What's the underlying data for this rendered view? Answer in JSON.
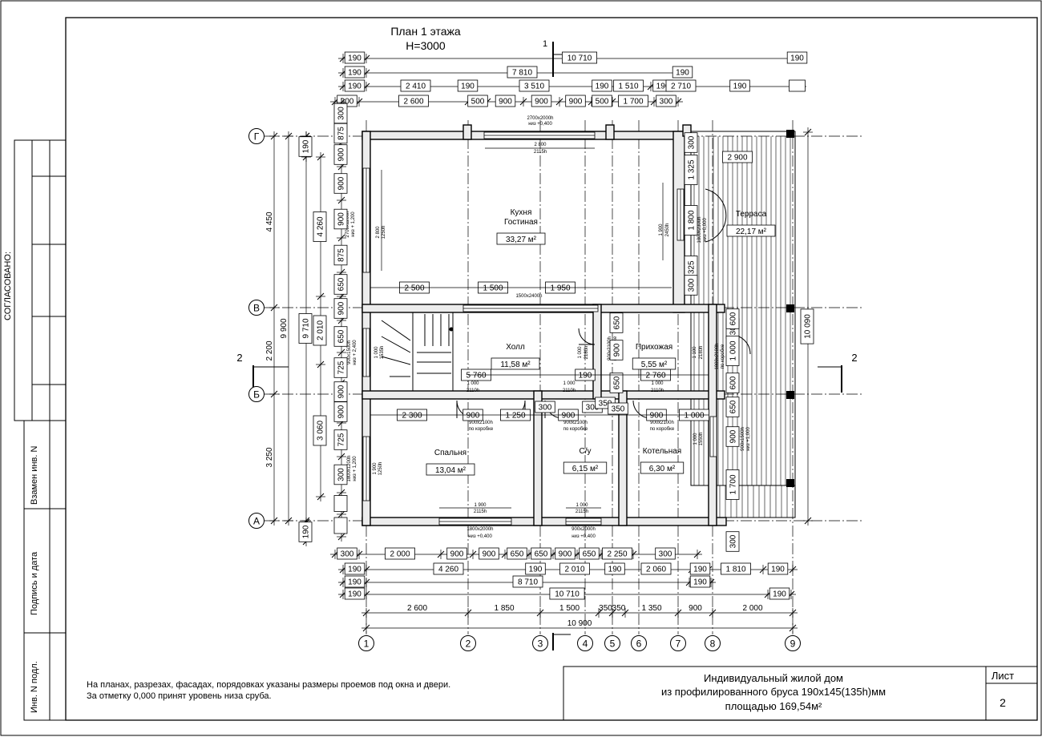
{
  "plan_title": [
    "План 1 этажа",
    "Н=3000"
  ],
  "section_mark": "1",
  "section_cut": "2",
  "side_label": "СОГЛАСОВАНО:",
  "stamp_labels": [
    "Взамен инв. N",
    "Подпись и дата",
    "Инв. N подл."
  ],
  "notes": [
    "На планах, разрезах, фасадах, порядовках указаны размеры проемов под окна и двери.",
    "За отметку 0,000 принят уровень низа сруба."
  ],
  "title_block": {
    "title": [
      "Индивидуальный жилой дом",
      "из  профилированного бруса 190х145(135h)мм",
      "площадью 169,54м²"
    ],
    "sheet_label": "Лист",
    "sheet_number": "2"
  },
  "axes_h": [
    "1",
    "2",
    "3",
    "4",
    "5",
    "6",
    "7",
    "8",
    "9"
  ],
  "axes_v": [
    "Г",
    "В",
    "Б",
    "А"
  ],
  "rooms": [
    {
      "name": [
        "Кухня",
        "Гостиная"
      ],
      "area": "33,27 м²"
    },
    {
      "name": [
        "Холл"
      ],
      "area": "11,58 м²"
    },
    {
      "name": [
        "Прихожая"
      ],
      "area": "5,55 м²"
    },
    {
      "name": [
        "Спальня"
      ],
      "area": "13,04 м²"
    },
    {
      "name": [
        "С/у"
      ],
      "area": "6,15 м²"
    },
    {
      "name": [
        "Котельная"
      ],
      "area": "6,30 м²"
    },
    {
      "name": [
        "Терраса"
      ],
      "area": "22,17 м²"
    }
  ],
  "dims_top": [
    [
      "190",
      "10 710",
      "190"
    ],
    [
      "190",
      "7 810",
      "190"
    ],
    [
      "190",
      "2 410",
      "190",
      "3 510",
      "190",
      "1 510",
      "190",
      "2 710",
      "190"
    ],
    [
      "300",
      "2 600",
      "500",
      "900",
      "900",
      "900",
      "500",
      "1 700",
      "300"
    ]
  ],
  "dims_bottom": [
    [
      "300",
      "2 000",
      "900",
      "900",
      "650",
      "650",
      "900",
      "650",
      "2 250",
      "300"
    ],
    [
      "190",
      "4 260",
      "190",
      "2 010",
      "190",
      "2 060",
      "190",
      "1 810",
      "190"
    ],
    [
      "190",
      "8 710",
      "190"
    ],
    [
      "190",
      "10 710",
      "190"
    ],
    [
      "2 600",
      "1 850",
      "1 500",
      "350",
      "350",
      "1 350",
      "900",
      "2 000"
    ],
    [
      "10 900"
    ]
  ],
  "dims_left": [
    [
      "4 450",
      "2 200",
      "3 250"
    ],
    [
      "9 900"
    ],
    [
      "9 710"
    ],
    [
      "4 260",
      "2 010",
      "3 060"
    ],
    [
      "190",
      "190",
      "190",
      "190"
    ],
    [
      "300",
      "875",
      "900",
      "900",
      "900",
      "875",
      "650",
      "900",
      "650",
      "725",
      "900",
      "900",
      "725",
      "300"
    ]
  ],
  "dims_right": [
    "10 090",
    "2 900",
    "300",
    "1 325",
    "1 800",
    "1 325",
    "300",
    "300",
    "600",
    "1 000",
    "600",
    "650",
    "900",
    "1 700",
    "300"
  ],
  "interior_dims": [
    "2 500",
    "1 500",
    "1 950",
    "5 760",
    "190",
    "2 760",
    "2 300",
    "900",
    "1 250",
    "300",
    "900",
    "300",
    "350",
    "350",
    "900",
    "1 000",
    "650",
    "900",
    "650"
  ],
  "opening_notes": [
    "2700х2000h",
    "низ +0,400",
    "2 800",
    "2115h",
    "2700х1200h",
    "низ + 1,200",
    "2 800",
    "1250h",
    "1 900",
    "2450h",
    "1800х2300h",
    "низ +0,000",
    "1500х2400h",
    "900х1500h",
    "низ + 2,400",
    "1 000",
    "1535h",
    "1 000",
    "2180h",
    "900х2100h",
    "по коробке",
    "1 100",
    "2180h",
    "1000х2100h",
    "по коробке",
    "1 000",
    "2110h",
    "1 000",
    "2110h",
    "1 000",
    "2110h",
    "900х2100h",
    "по коробке",
    "900х2100h",
    "по коробке",
    "900х2100h",
    "по коробке",
    "1800х1200h",
    "низ + 1,200",
    "1 900",
    "1250h",
    "1 000",
    "1550h",
    "900х1500h",
    "низ +1,000",
    "1 900",
    "2115h",
    "1800х2000h",
    "низ +0,400",
    "1 000",
    "2115h",
    "900х2000h",
    "низ +0,400"
  ]
}
